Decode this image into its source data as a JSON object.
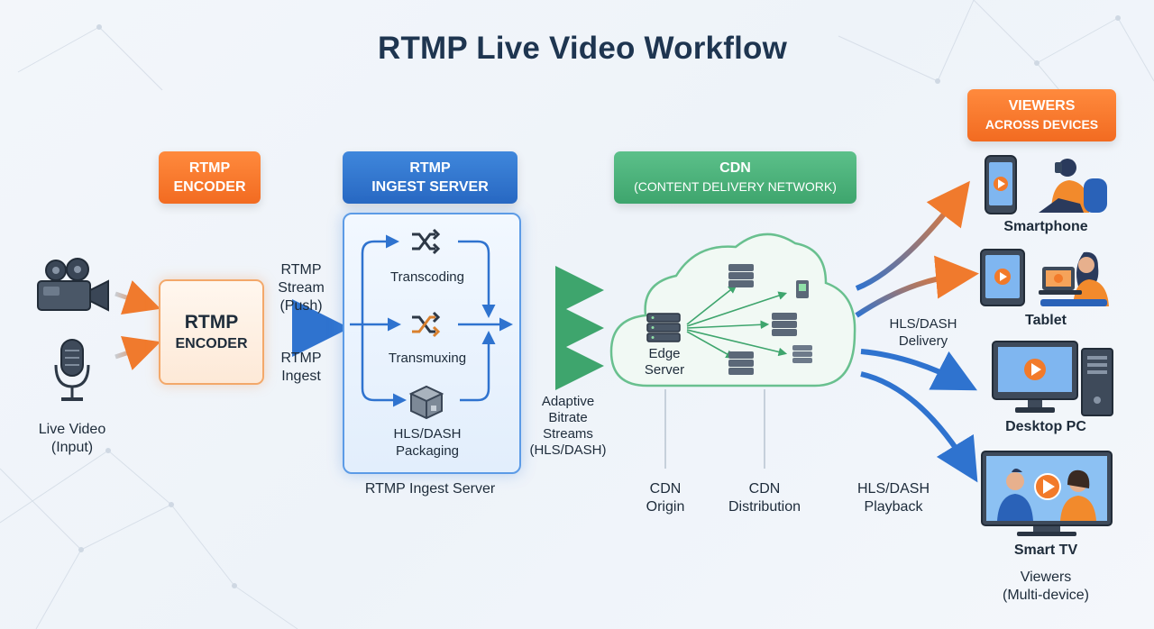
{
  "title": "RTMP Live Video Workflow",
  "headers": {
    "encoder": [
      "RTMP",
      "ENCODER"
    ],
    "ingest": [
      "RTMP",
      "INGEST SERVER"
    ],
    "cdn": [
      "CDN",
      "(CONTENT DELIVERY NETWORK)"
    ],
    "viewers": [
      "VIEWERS",
      "ACROSS DEVICES"
    ]
  },
  "input": {
    "label_line1": "Live Video",
    "label_line2": "(Input)",
    "icons": [
      "video-camera-icon",
      "microphone-icon"
    ]
  },
  "encoder_box": [
    "RTMP",
    "ENCODER"
  ],
  "links": {
    "stream_push": [
      "RTMP",
      "Stream",
      "(Push)"
    ],
    "rtmp_ingest": [
      "RTMP",
      "Ingest"
    ],
    "adaptive": [
      "Adaptive",
      "Bitrate",
      "Streams",
      "(HLS/DASH)"
    ],
    "hls_delivery": [
      "HLS/DASH",
      "Delivery"
    ]
  },
  "ingest_steps": [
    "Transcoding",
    "Transmuxing",
    "HLS/DASH",
    "Packaging"
  ],
  "ingest_caption": "RTMP Ingest Server",
  "cdn": {
    "edge_server": [
      "Edge",
      "Server"
    ],
    "origin": [
      "CDN",
      "Origin"
    ],
    "distribution": [
      "CDN",
      "Distribution"
    ],
    "playback": [
      "HLS/DASH",
      "Playback"
    ]
  },
  "devices": [
    "Smartphone",
    "Tablet",
    "Desktop PC",
    "Smart TV"
  ],
  "viewers_caption": [
    "Viewers",
    "(Multi-device)"
  ],
  "colors": {
    "orange": "#f26b21",
    "blue": "#2868c2",
    "green": "#3ea56d",
    "title": "#1e3550"
  }
}
